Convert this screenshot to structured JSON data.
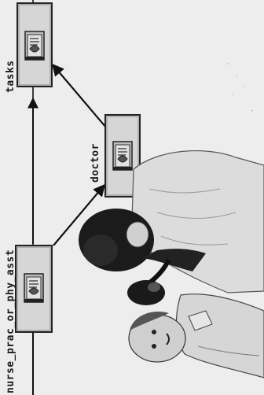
{
  "diagram": {
    "nodes": [
      {
        "id": "tasks",
        "label": "tasks",
        "icon": "file-folder-icon"
      },
      {
        "id": "doctor",
        "label": "doctor",
        "icon": "file-folder-icon"
      },
      {
        "id": "nurse",
        "label": "nurse_prac_or_phy_asst",
        "icon": "file-folder-icon"
      }
    ],
    "edges": [
      {
        "from": "doctor",
        "to": "tasks"
      },
      {
        "from": "nurse",
        "to": "doctor"
      },
      {
        "from": "nurse",
        "to": "tasks"
      }
    ],
    "illustration": "doctor-and-patient-clipart"
  },
  "colors": {
    "box_fill": "#d6d6d6",
    "box_stroke": "#222222",
    "line": "#111111",
    "background": "#ededed"
  }
}
